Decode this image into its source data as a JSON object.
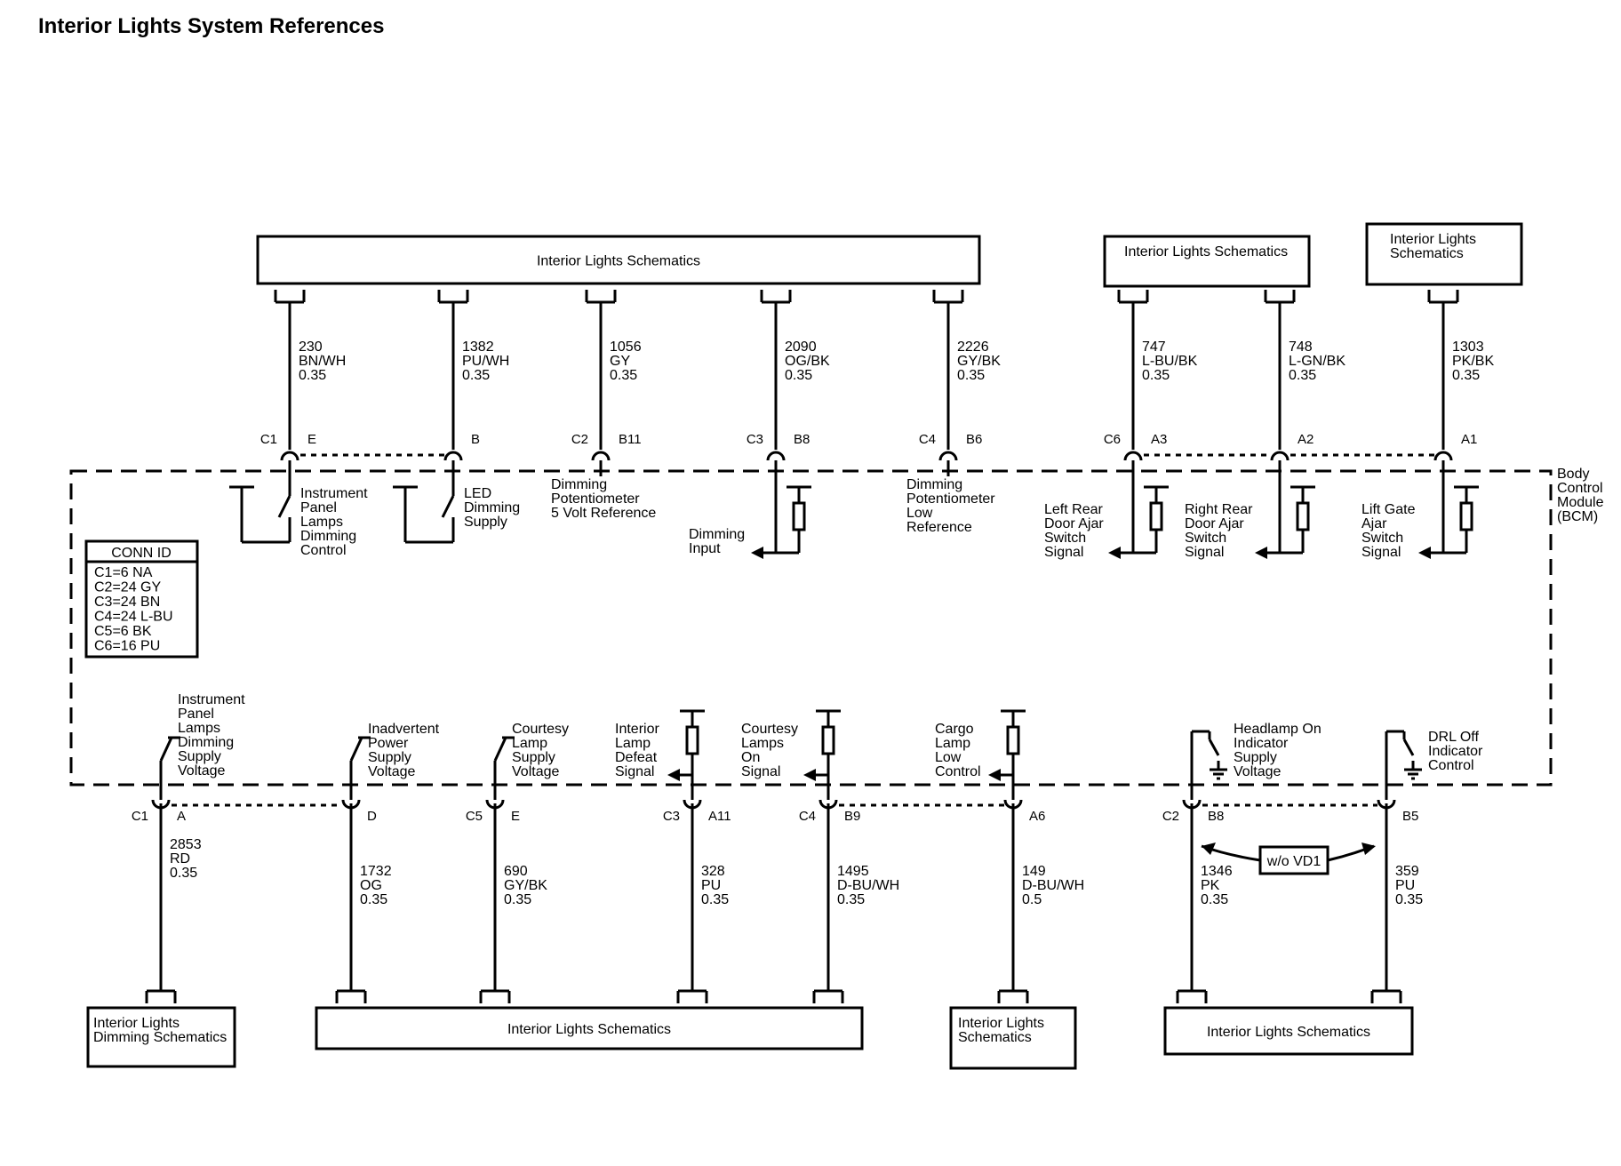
{
  "page": {
    "title": "Interior Lights System References"
  },
  "module": {
    "name_lines": [
      "Body",
      "Control",
      "Module",
      "(BCM)"
    ]
  },
  "conn_table": {
    "header": "CONN ID",
    "rows": [
      "C1=6 NA",
      "C2=24 GY",
      "C3=24 BN",
      "C4=24 L-BU",
      "C5=6 BK",
      "C6=16 PU"
    ]
  },
  "top_boxes": [
    {
      "lines": [
        "Interior Lights Schematics"
      ]
    },
    {
      "lines": [
        "Interior Lights Schematics"
      ]
    },
    {
      "lines": [
        "Interior Lights",
        "Schematics"
      ]
    }
  ],
  "bottom_boxes": [
    {
      "lines": [
        "Interior Lights",
        "Dimming Schematics"
      ]
    },
    {
      "lines": [
        "Interior Lights Schematics"
      ]
    },
    {
      "lines": [
        "Interior Lights",
        "Schematics"
      ]
    },
    {
      "lines": [
        "Interior Lights Schematics"
      ]
    }
  ],
  "top_circuits": [
    {
      "conn": "C1",
      "pin": "E",
      "circuit": "230",
      "color": "BN/WH",
      "gauge": "0.35",
      "function_lines": [
        "Instrument",
        "Panel",
        "Lamps",
        "Dimming",
        "Control"
      ]
    },
    {
      "conn": "",
      "pin": "B",
      "circuit": "1382",
      "color": "PU/WH",
      "gauge": "0.35",
      "function_lines": [
        "LED",
        "Dimming",
        "Supply"
      ]
    },
    {
      "conn": "C2",
      "pin": "B11",
      "circuit": "1056",
      "color": "GY",
      "gauge": "0.35",
      "function_lines": [
        "Dimming",
        "Potentiometer",
        "5 Volt Reference"
      ]
    },
    {
      "conn": "C3",
      "pin": "B8",
      "circuit": "2090",
      "color": "OG/BK",
      "gauge": "0.35",
      "function_lines": [
        "Dimming",
        "Input"
      ]
    },
    {
      "conn": "C4",
      "pin": "B6",
      "circuit": "2226",
      "color": "GY/BK",
      "gauge": "0.35",
      "function_lines": [
        "Dimming",
        "Potentiometer",
        "Low",
        "Reference"
      ]
    },
    {
      "conn": "C6",
      "pin": "A3",
      "circuit": "747",
      "color": "L-BU/BK",
      "gauge": "0.35",
      "function_lines": [
        "Left Rear",
        "Door Ajar",
        "Switch",
        "Signal"
      ]
    },
    {
      "conn": "",
      "pin": "A2",
      "circuit": "748",
      "color": "L-GN/BK",
      "gauge": "0.35",
      "function_lines": [
        "Right Rear",
        "Door Ajar",
        "Switch",
        "Signal"
      ]
    },
    {
      "conn": "",
      "pin": "A1",
      "circuit": "1303",
      "color": "PK/BK",
      "gauge": "0.35",
      "function_lines": [
        "Lift Gate",
        "Ajar",
        "Switch",
        "Signal"
      ]
    }
  ],
  "bottom_circuits": [
    {
      "conn": "C1",
      "pin": "A",
      "circuit": "2853",
      "color": "RD",
      "gauge": "0.35",
      "function_lines": [
        "Instrument",
        "Panel",
        "Lamps",
        "Dimming",
        "Supply",
        "Voltage"
      ]
    },
    {
      "conn": "",
      "pin": "D",
      "circuit": "1732",
      "color": "OG",
      "gauge": "0.35",
      "function_lines": [
        "Inadvertent",
        "Power",
        "Supply",
        "Voltage"
      ]
    },
    {
      "conn": "C5",
      "pin": "E",
      "circuit": "690",
      "color": "GY/BK",
      "gauge": "0.35",
      "function_lines": [
        "Courtesy",
        "Lamp",
        "Supply",
        "Voltage"
      ]
    },
    {
      "conn": "C3",
      "pin": "A11",
      "circuit": "328",
      "color": "PU",
      "gauge": "0.35",
      "function_lines": [
        "Interior",
        "Lamp",
        "Defeat",
        "Signal"
      ]
    },
    {
      "conn": "C4",
      "pin": "B9",
      "circuit": "1495",
      "color": "D-BU/WH",
      "gauge": "0.35",
      "function_lines": [
        "Courtesy",
        "Lamps",
        "On",
        "Signal"
      ]
    },
    {
      "conn": "",
      "pin": "A6",
      "circuit": "149",
      "color": "D-BU/WH",
      "gauge": "0.5",
      "function_lines": [
        "Cargo",
        "Lamp",
        "Low",
        "Control"
      ]
    },
    {
      "conn": "C2",
      "pin": "B8",
      "circuit": "1346",
      "color": "PK",
      "gauge": "0.35",
      "function_lines": [
        "Headlamp On",
        "Indicator",
        "Supply",
        "Voltage"
      ]
    },
    {
      "conn": "",
      "pin": "B5",
      "circuit": "359",
      "color": "PU",
      "gauge": "0.35",
      "function_lines": [
        "DRL Off",
        "Indicator",
        "Control"
      ]
    }
  ],
  "option_label": "w/o VD1"
}
